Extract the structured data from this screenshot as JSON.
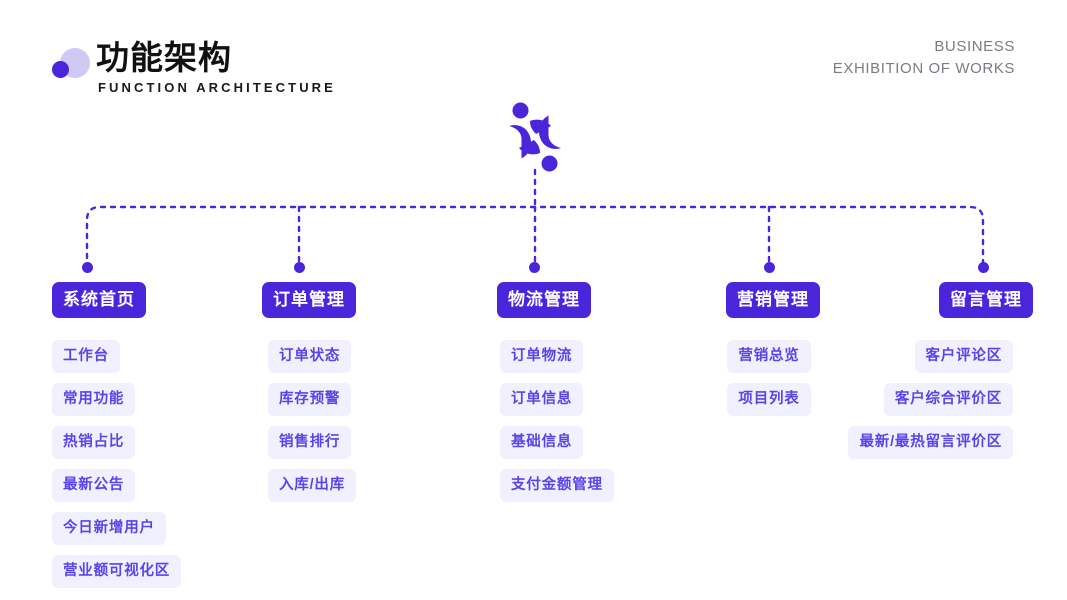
{
  "header": {
    "logo_title": "功能架构",
    "logo_subtitle": "FUNCTION ARCHITECTURE",
    "right_line1": "BUSINESS",
    "right_line2": "EXHIBITION OF WORKS",
    "logo_mark_name": "overlapping-circles-logo-icon",
    "brand_icon_name": "people-rotation-brand-icon"
  },
  "colors": {
    "primary": "#4a25d9",
    "chip_bg": "#f1f0fe",
    "chip_text": "#5b43e8",
    "page_bg": "#ffffff",
    "header_right_text": "#7b7b84",
    "logo_light": "#cfc9f3"
  },
  "diagram": {
    "root_label": "",
    "columns": [
      {
        "title": "系统首页",
        "align": "align-left",
        "items": [
          "工作台",
          "常用功能",
          "热销占比",
          "最新公告",
          "今日新增用户",
          "营业额可视化区"
        ]
      },
      {
        "title": "订单管理",
        "align": "align-left",
        "items": [
          "订单状态",
          "库存预警",
          "销售排行",
          "入库/出库"
        ]
      },
      {
        "title": "物流管理",
        "align": "align-left",
        "items": [
          "订单物流",
          "订单信息",
          "基础信息",
          "支付金额管理"
        ]
      },
      {
        "title": "营销管理",
        "align": "align-center",
        "items": [
          "营销总览",
          "项目列表"
        ]
      },
      {
        "title": "留言管理",
        "align": "align-right",
        "items": [
          "客户评论区",
          "客户综合评价区",
          "最新/最热留言评价区"
        ]
      }
    ]
  }
}
